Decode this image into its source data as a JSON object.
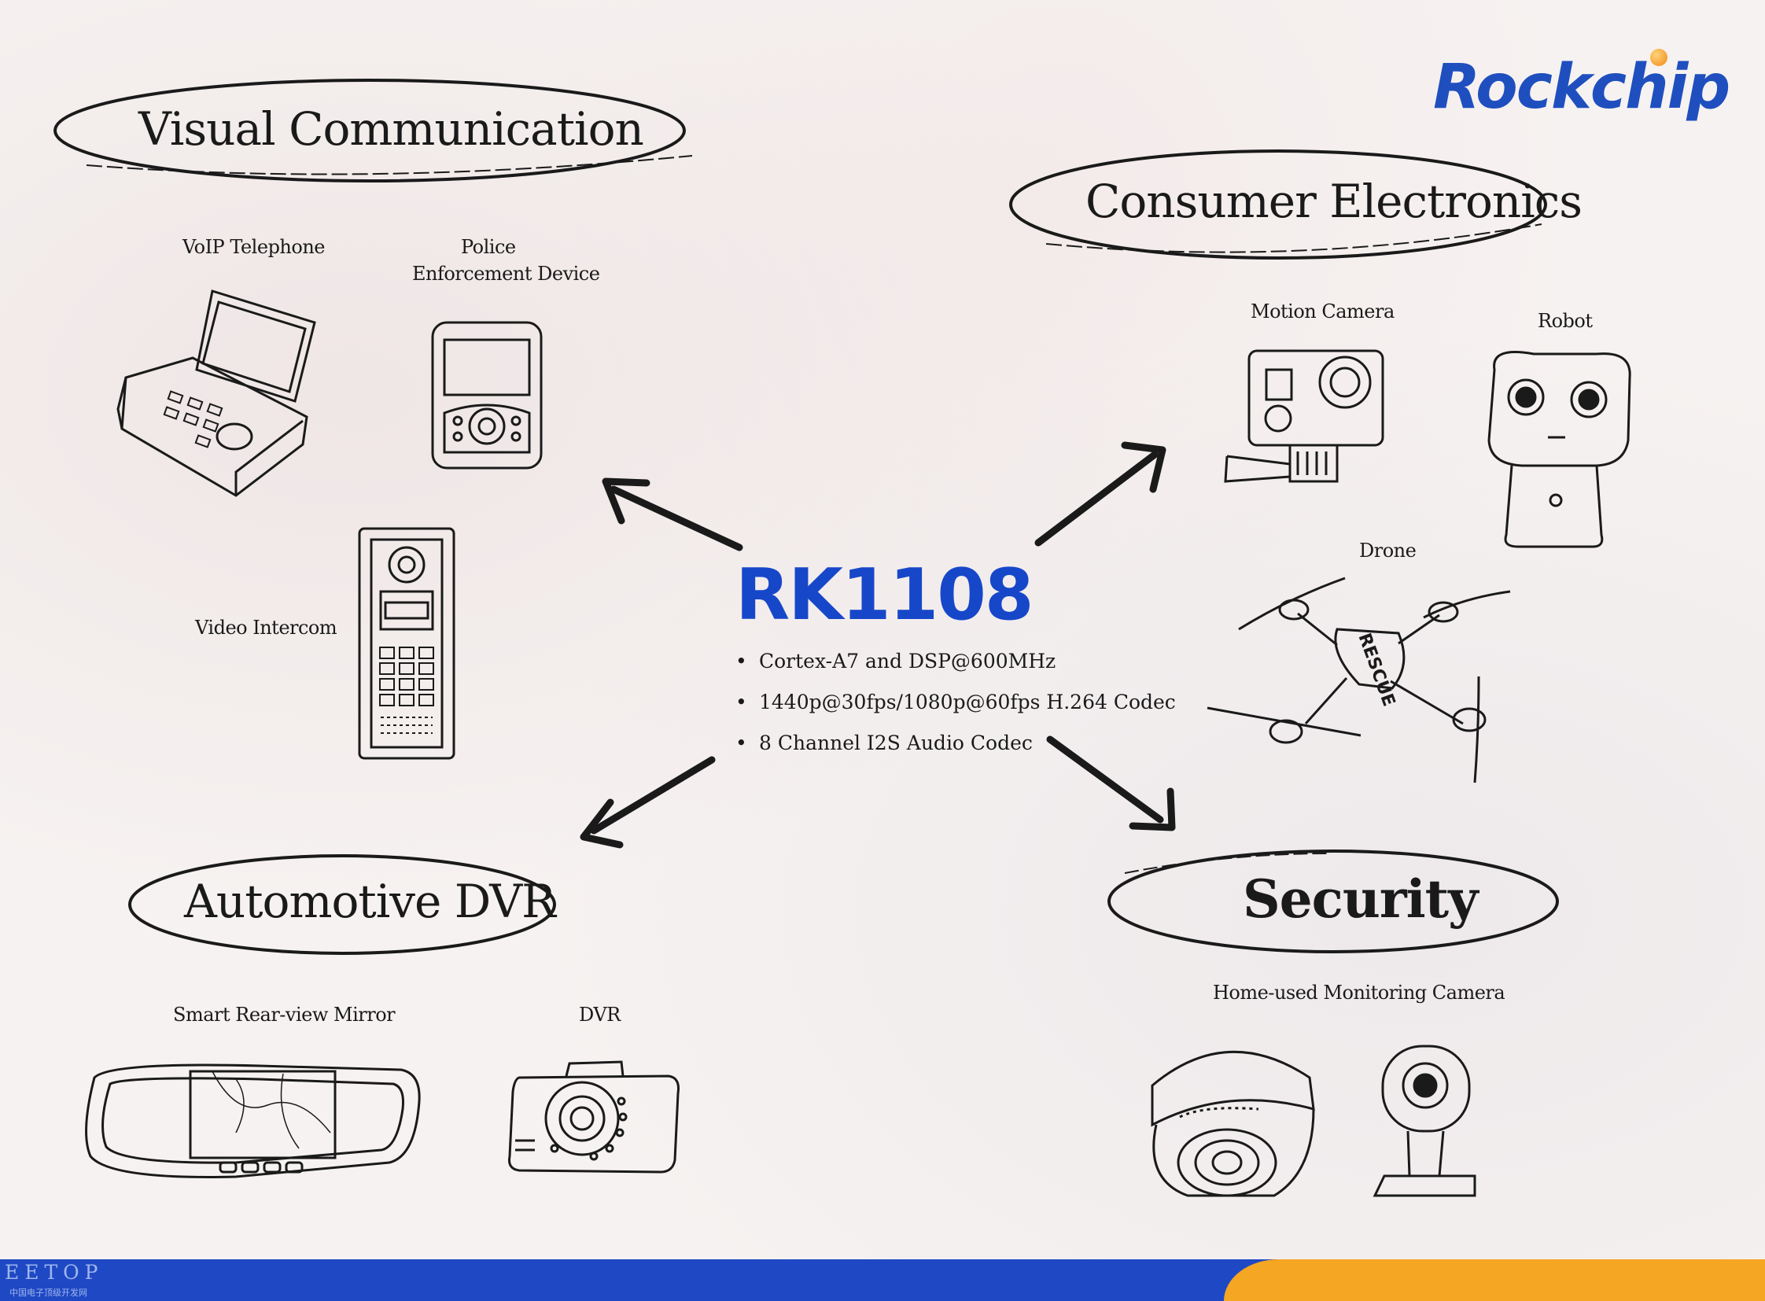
{
  "brand": {
    "logo_text": "Rockchip",
    "color": "#1f4fbf"
  },
  "center": {
    "title": "RK1108",
    "title_color": "#1747c9",
    "specs": [
      "Cortex-A7 and DSP@600MHz",
      "1440p@30fps/1080p@60fps H.264 Codec",
      "8 Channel I2S Audio Codec"
    ]
  },
  "categories": {
    "visual": {
      "title": "Visual Communication",
      "items": [
        "VoIP Telephone",
        "Police",
        "Enforcement Device",
        "Video Intercom"
      ]
    },
    "consumer": {
      "title": "Consumer Electronics",
      "items": [
        "Motion Camera",
        "Robot",
        "Drone"
      ]
    },
    "automotive": {
      "title": "Automotive DVR",
      "items": [
        "Smart Rear-view Mirror",
        "DVR"
      ]
    },
    "security": {
      "title": "Security",
      "items": [
        "Home-used Monitoring Camera"
      ]
    }
  },
  "device_text": {
    "drone_body": "RESCUE"
  },
  "footer": {
    "watermark": "EETOP",
    "watermark_sub": "中国电子顶级开发网",
    "blue": "#1f49c4",
    "orange": "#f5a623"
  }
}
